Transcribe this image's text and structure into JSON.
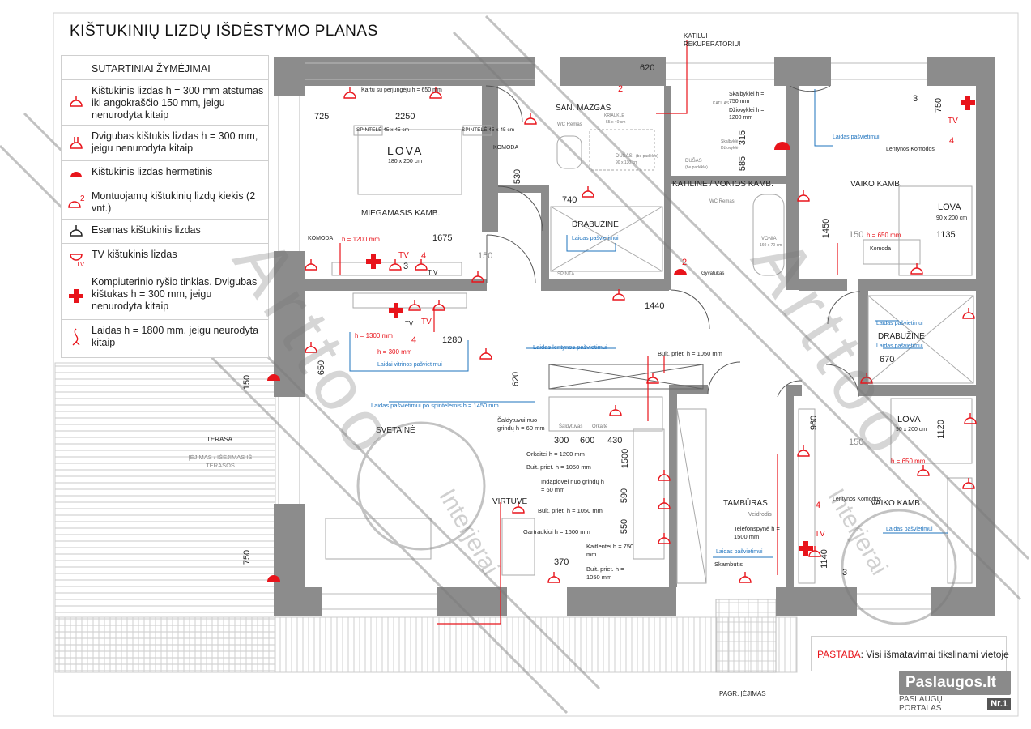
{
  "title": "KIŠTUKINIŲ LIZDŲ IŠDĖSTYMO PLANAS",
  "legend": {
    "header": "SUTARTINIAI ŽYMĖJIMAI",
    "items": [
      {
        "icon": "socket-icon",
        "text": "Kištukinis lizdas h = 300 mm atstumas iki angokraščio 150 mm, jeigu nenurodyta kitaip"
      },
      {
        "icon": "double-socket-icon",
        "text": "Dvigubas kištukis lizdas h = 300 mm, jeigu nenurodyta kitaip"
      },
      {
        "icon": "hermetic-socket-icon",
        "text": "Kištukinis lizdas hermetinis"
      },
      {
        "icon": "socket-count-icon",
        "text": "Montuojamų kištukinių lizdų kiekis (2 vnt.)"
      },
      {
        "icon": "existing-socket-icon",
        "text": "Esamas kištukinis lizdas"
      },
      {
        "icon": "tv-socket-icon",
        "text": "TV kištukinis lizdas"
      },
      {
        "icon": "network-socket-icon",
        "text": "Kompiuterinio ryšio tinklas. Dvigubas kištukas h = 300 mm, jeigu nenurodyta kitaip"
      },
      {
        "icon": "wire-icon",
        "text": "Laidas h = 1800 mm, jeigu neurodyta kitaip"
      }
    ]
  },
  "rooms": {
    "bedroom": "MIEGAMASIS KAMB.",
    "bathroom": "SAN. MAZGAS",
    "wardrobe1": "DRABUŽINĖ",
    "boiler": "KATILINĖ / VONIOS KAMB.",
    "kids1": "VAIKO KAMB.",
    "wardrobe2": "DRABUŽINĖ",
    "living": "SVETAINĖ",
    "kitchen": "VIRTUVĖ",
    "vestibule": "TAMBŪRAS",
    "kids2": "VAIKO KAMB.",
    "terrace": "TERASA",
    "terrace_entry": "ĮĖJIMAS / IŠĖJIMAS IŠ TERASOS",
    "main_entry": "PAGR. ĮĖJIMAS"
  },
  "furniture": {
    "bed_main": "LOVA",
    "bed_main_size": "180 x 200 cm",
    "bed_kids1": "LOVA",
    "bed_kids1_size": "90 x 200 cm",
    "bed_kids2": "LOVA",
    "bed_kids2_size": "90 x 200 cm",
    "nightstand1": "KOMODA",
    "nightstand2": "KOMODA",
    "spintele1": "SPINTELĖ 45 x 45 cm",
    "spintele2": "SPINTELĖ 45 x 45 cm",
    "tv": "T V",
    "wc": "WC Remas",
    "wc2": "WC Remas",
    "sink": "KRIAUKLĖ",
    "sink_size": "55 x 40 cm",
    "shower": "DUŠAS",
    "shower_note": "(be padėklo)",
    "shower_size": "90 x 130 cm",
    "shower2": "DUŠAS",
    "shower2_note": "(be padėklo)",
    "bath": "VONIA",
    "bath_size": "160 x 70 cm",
    "spinta": "SPINTA",
    "shelves": "Lentynos Komodos",
    "shelves2": "Lentynos Komodos",
    "fridge": "Šaldytuvas",
    "oven": "Orkaitė",
    "dryer": "Džiovyklė",
    "washer": "Skalbyklė",
    "kommode3": "Komoda",
    "veidrodis": "Veidrodis",
    "gyvatukas": "Gyvatukas",
    "katilas": "KATILAS"
  },
  "notes": {
    "boiler_label": "KATILUI REKUPERATORIUI",
    "kartu": "Kartu su perjungėju h = 650 mm",
    "washer_h": "Skalbyklei h = 750 mm",
    "dryer_h": "Džiovyklei h = 1200 mm",
    "h1200": "h = 1200 mm",
    "h650_kids1": "h = 650 mm",
    "h650_kids2": "h = 650 mm",
    "h1300": "h = 1300 mm",
    "h300": "h = 300 mm",
    "built_in1": "Buit. priet. h = 1050 mm",
    "built_in2": "Buit. priet. h = 1050 mm",
    "built_in3": "Buit. priet. h = 1050 mm",
    "built_in4": "Buit. priet. h = 1050 mm",
    "fridge_h": "Šaldytuvui nuo grindų h = 60 mm",
    "oven_h": "Orkaitei h = 1200 mm",
    "dishwasher_h": "Indaplovei nuo grindų h = 60 mm",
    "hood_h": "Gartraukiui h = 1600 mm",
    "hob_h": "Kaitlentei h = 750 mm",
    "phone_h": "Telefonspynė h = 1500 mm",
    "bell": "Skambutis",
    "light_wire1": "Laidas pašvietimui",
    "light_wire2": "Laidas pašvietimui",
    "light_wire3": "Laidas pašvietimui",
    "light_wire4": "Laidas pašvietimui",
    "light_wire5": "Laidas pašvietimui",
    "light_wire6": "Laidas pašvietimui",
    "shelf_light": "Laidas lentynos pašvietimui",
    "display_light": "Laidai vitrinos pašvietimui",
    "cabinet_light": "Laidas pašvietimui po spintelėmis h = 1450 mm"
  },
  "dimensions": {
    "d620_top": "620",
    "d725": "725",
    "d2250": "2250",
    "d530": "530",
    "d740": "740",
    "d315": "315",
    "d585": "585",
    "d750_kids": "750",
    "d1450": "1450",
    "d1135": "1135",
    "d150_kids1": "150",
    "d1675": "1675",
    "d150_bed": "150",
    "d1440": "1440",
    "d1280": "1280",
    "d650": "650",
    "d150_wall": "150",
    "d620_kitchen": "620",
    "d670": "670",
    "d960": "960",
    "d1120": "1120",
    "d150_kids2": "150",
    "d300": "300",
    "d600": "600",
    "d430": "430",
    "d1500": "1500",
    "d590": "590",
    "d550": "550",
    "d370": "370",
    "d750_terrace": "750",
    "d1140": "1140"
  },
  "counts": {
    "c2_bath": "2",
    "c2_boiler": "2",
    "c3_kids": "3",
    "c4_kids": "4",
    "c4_bed": "4",
    "c3_bed": "3",
    "c4_living": "4",
    "c4_kids2": "4",
    "c3_kids2": "3",
    "tv1": "TV",
    "tv2": "TV",
    "tv3": "TV",
    "tv4": "TV",
    "tv5": "TV"
  },
  "footer": {
    "note_label": "PASTABA",
    "note_text": ": Visi išmatavimai tikslinami vietoje"
  },
  "badge": {
    "site": "Paslaugos.lt",
    "tagline": "PASLAUGŲ PORTALAS",
    "rank": "Nr.1"
  },
  "watermark": {
    "brand": "Arttoo",
    "sub": "Interjerai"
  },
  "colors": {
    "red": "#e8141b",
    "blue": "#1e73be",
    "wall": "#8c8c8c",
    "watermark": "#7a7a7a"
  }
}
